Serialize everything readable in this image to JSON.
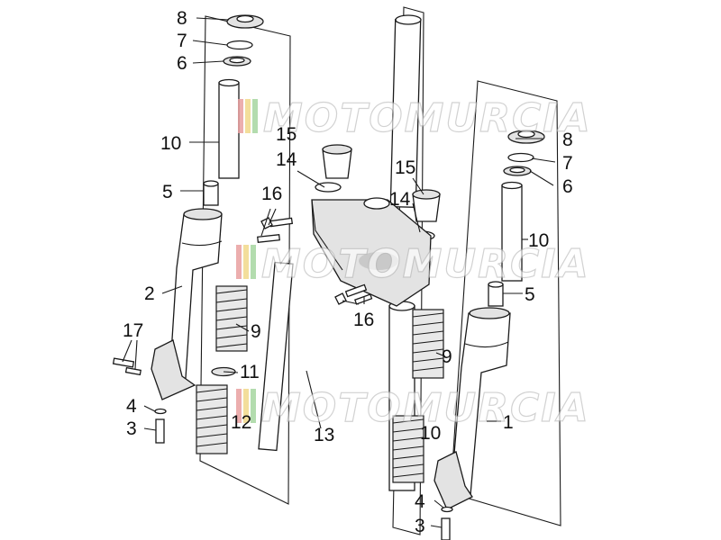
{
  "watermark": {
    "text": "MOTOMURCIA",
    "stripe_colors": [
      "#e9a0a0",
      "#f2d98a",
      "#a6d6a0"
    ]
  },
  "callouts": {
    "c8a": "8",
    "c7a": "7",
    "c6a": "6",
    "c10a": "10",
    "c5a": "5",
    "c2": "2",
    "c17": "17",
    "c4a": "4",
    "c3a": "3",
    "c9a": "9",
    "c11": "11",
    "c12": "12",
    "c13": "13",
    "c15a": "15",
    "c14a": "14",
    "c16a": "16",
    "c15b": "15",
    "c14b": "14",
    "c16b": "16",
    "c8b": "8",
    "c7b": "7",
    "c6b": "6",
    "c10b": "10",
    "c5b": "5",
    "c9b": "9",
    "c10c": "10",
    "c1": "1",
    "c4b": "4",
    "c3b": "3"
  }
}
